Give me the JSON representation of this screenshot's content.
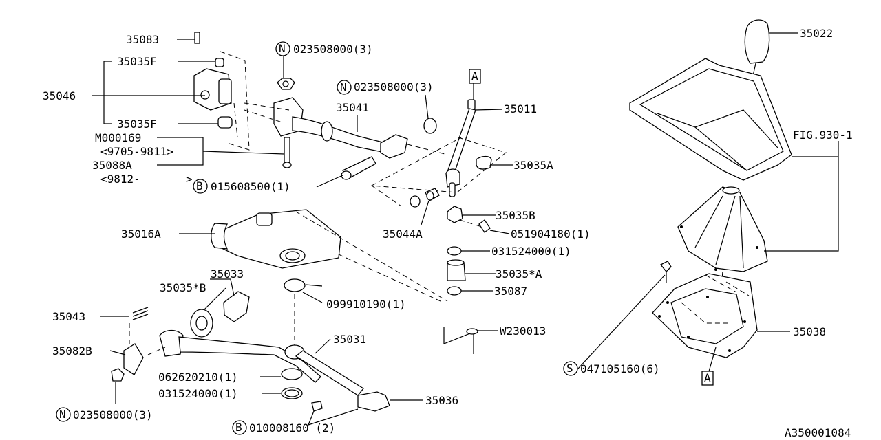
{
  "diagram_id": "A350001084",
  "callouts": {
    "p35083": "35083",
    "p35035F_top": "35035F",
    "p35046": "35046",
    "p35035F_bot": "35035F",
    "m000169": "M000169",
    "range_9705_9811": "<9705-9811>",
    "p35088A": "35088A",
    "range_9812": "<9812-",
    "range_caret": ">",
    "n023_top": "023508000(3)",
    "n023_mid": "023508000(3)",
    "p35041": "35041",
    "p35011": "35011",
    "p35035A": "35035A",
    "b015608500": "015608500(1)",
    "p35016A": "35016A",
    "p35044A": "35044A",
    "p35035B": "35035B",
    "p051904180": "051904180(1)",
    "p031524000_r": "031524000(1)",
    "p35035starA": "35035*A",
    "p35087": "35087",
    "p35033": "35033",
    "p35035starB": "35035*B",
    "p099910190": "099910190(1)",
    "p35043": "35043",
    "p35082B": "35082B",
    "p35031": "35031",
    "w230013": "W230013",
    "p062620210": "062620210(1)",
    "p031524000_l": "031524000(1)",
    "p35036": "35036",
    "n023_bot": "023508000(3)",
    "b010008160": "010008160 (2)",
    "p35022": "35022",
    "fig930": "FIG.930-1",
    "p35038": "35038",
    "s047105160": "047105160(6)"
  },
  "symbols": {
    "N": "N",
    "B": "B",
    "S": "S",
    "A": "A"
  }
}
